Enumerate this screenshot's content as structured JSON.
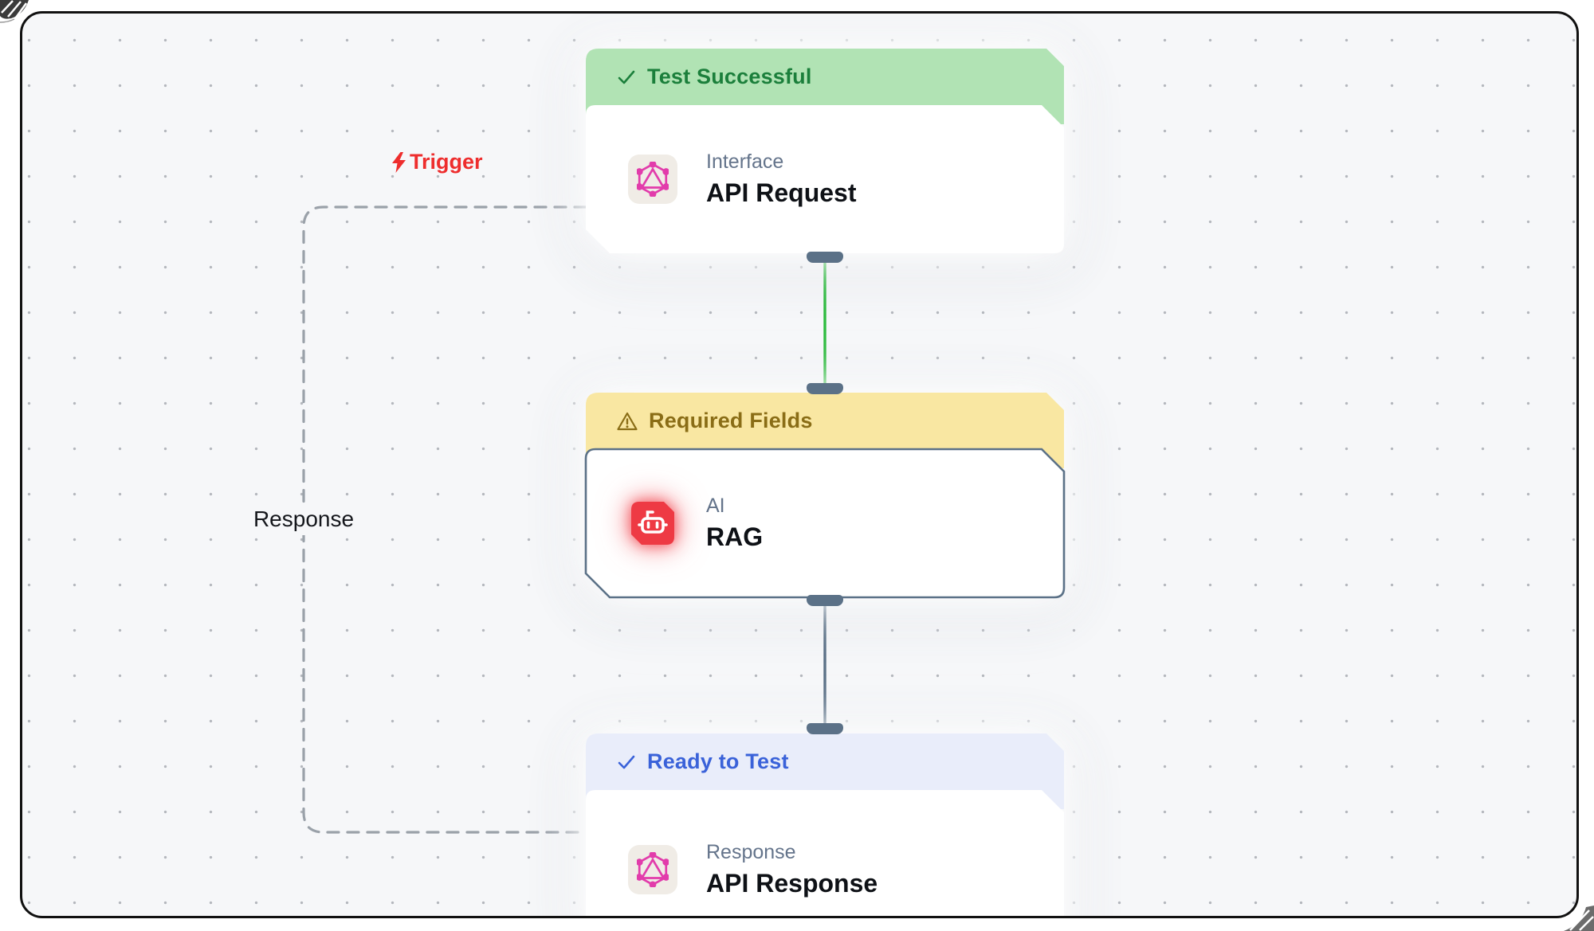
{
  "canvas": {
    "background": "#f6f7f9",
    "grid_dot_color": "#b4b7bd",
    "frame_border_color": "#111111"
  },
  "edge_labels": {
    "trigger": "Trigger",
    "response": "Response"
  },
  "edges": {
    "api_request_to_rag_color": "#2ebc3f",
    "rag_to_api_response_color": "#5b7187",
    "response_loop_style": "dashed",
    "response_loop_color": "#9aa1a9"
  },
  "nodes": [
    {
      "status": {
        "label": "Test Successful",
        "icon": "check",
        "bg": "#b1e3b4",
        "color": "#1b7f3b"
      },
      "kicker": "Interface",
      "title": "API Request",
      "icon": "graphql"
    },
    {
      "status": {
        "label": "Required Fields",
        "icon": "warning",
        "bg": "#f9e7a2",
        "color": "#8a6d16"
      },
      "kicker": "AI",
      "title": "RAG",
      "icon": "robot-ai",
      "border_color": "#5b7187"
    },
    {
      "status": {
        "label": "Ready to Test",
        "icon": "check",
        "bg": "#e9edfa",
        "color": "#3a62d9"
      },
      "kicker": "Response",
      "title": "API Response",
      "icon": "graphql"
    }
  ],
  "colors": {
    "handle": "#5b7187",
    "trigger_red": "#ee2d2d",
    "graphql_pink": "#e23cab",
    "robot_red": "#ee3a44",
    "kicker_gray": "#64748b",
    "title_dark": "#0e1116"
  }
}
